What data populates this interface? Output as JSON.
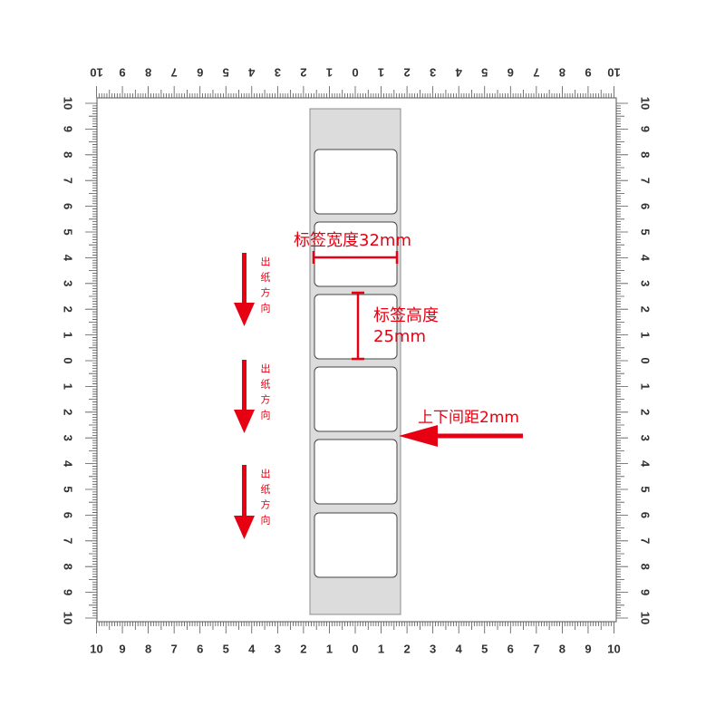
{
  "ruler": {
    "labels": [
      "10",
      "9",
      "8",
      "7",
      "6",
      "5",
      "4",
      "3",
      "2",
      "1",
      "0",
      "1",
      "2",
      "3",
      "4",
      "5",
      "6",
      "7",
      "8",
      "9",
      "10"
    ]
  },
  "annotations": {
    "label_width": "标签宽度32mm",
    "label_height_title": "标签高度",
    "label_height_value": "25mm",
    "label_gap": "上下间距2mm",
    "feed_direction": "出纸方向"
  },
  "colors": {
    "accent": "#e60012",
    "liner": "#dcdcdc",
    "liner_border": "#8c8c8c",
    "label": "#ffffff",
    "label_border": "#444444",
    "ruler": "#555555",
    "ruler_text": "#333333"
  }
}
